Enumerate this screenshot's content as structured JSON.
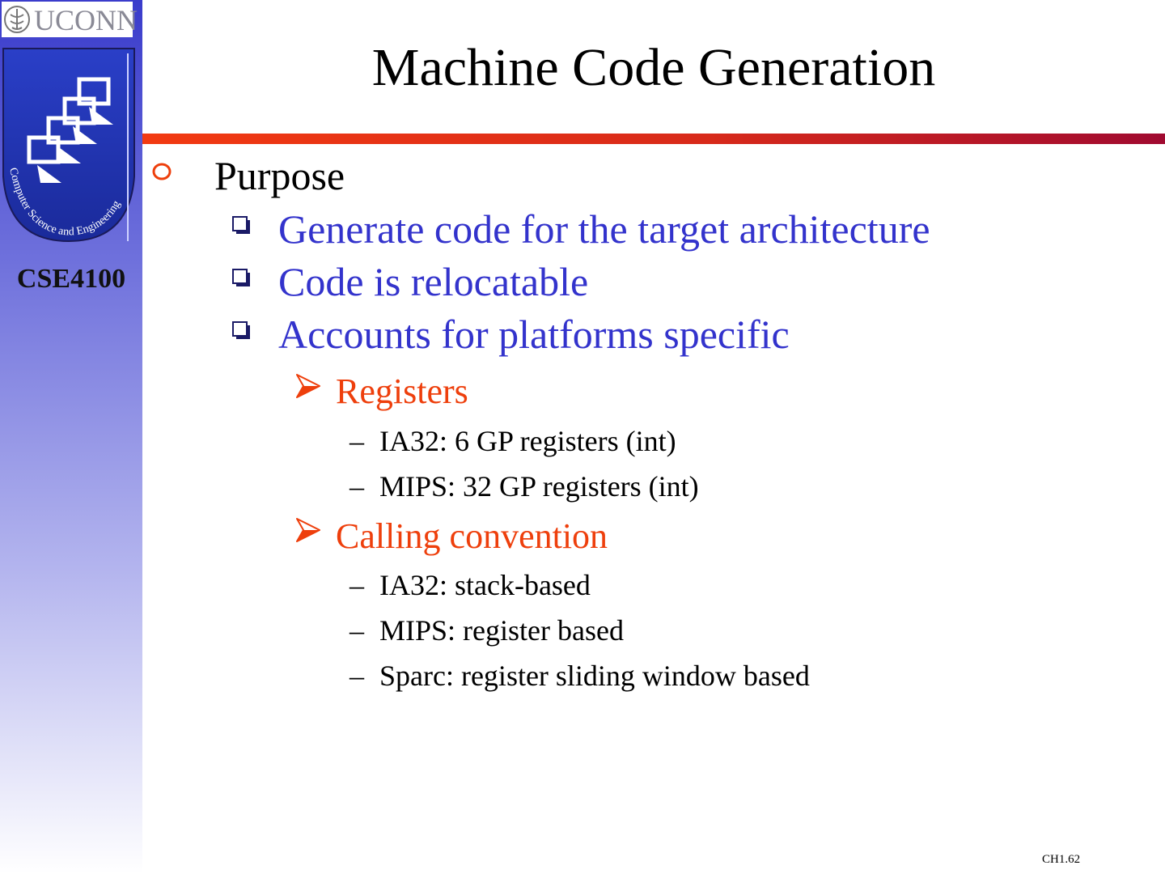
{
  "sidebar": {
    "university_logo_text": "UCONN",
    "course_code": "CSE4100",
    "emblem_text": "Computer Science and Engineering"
  },
  "slide": {
    "title": "Machine Code Generation",
    "bullets": [
      {
        "text": "Purpose",
        "children": [
          {
            "text": "Generate code for the target architecture"
          },
          {
            "text": "Code is relocatable"
          },
          {
            "text": "Accounts for platforms specific",
            "children": [
              {
                "text": "Registers",
                "children": [
                  {
                    "text": "IA32: 6 GP registers (int)"
                  },
                  {
                    "text": "MIPS: 32 GP registers (int)"
                  }
                ]
              },
              {
                "text": "Calling convention",
                "children": [
                  {
                    "text": "IA32: stack-based"
                  },
                  {
                    "text": "MIPS: register based"
                  },
                  {
                    "text": "Sparc: register sliding window based"
                  }
                ]
              }
            ]
          }
        ]
      }
    ],
    "footer": "CH1.62"
  },
  "colors": {
    "level1": "#000000",
    "level2": "#3333cc",
    "level3": "#ee3f0c",
    "level4": "#000000",
    "rule": "#d82a1a",
    "sidebar_top": "#3a3ccb"
  },
  "icons": {
    "level1": "hollow-circle-bullet-icon",
    "level2": "shadowed-square-bullet-icon",
    "level3": "arrowhead-bullet-icon",
    "level4": "dash-bullet"
  }
}
